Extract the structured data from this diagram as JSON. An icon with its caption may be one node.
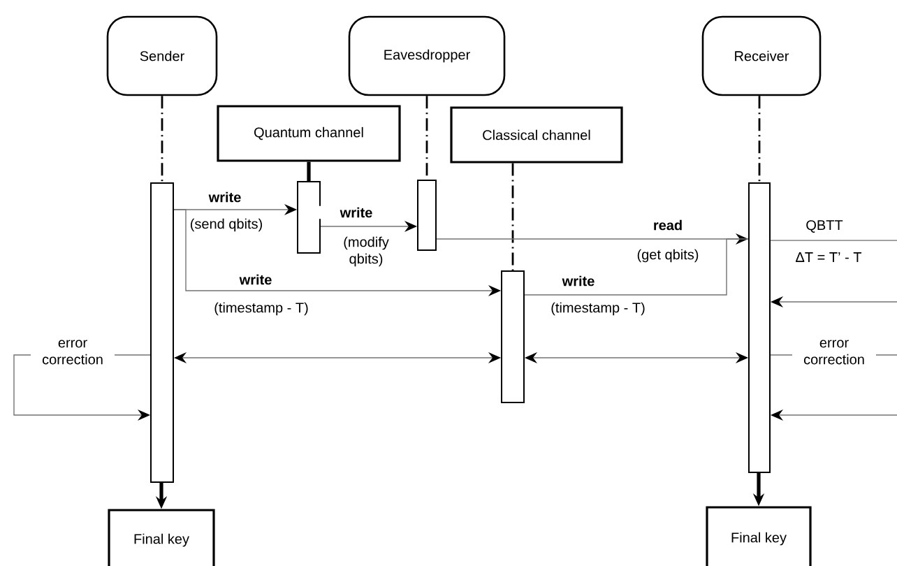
{
  "diagram": {
    "nodes": [
      {
        "text": [
          "Sender"
        ]
      },
      {
        "text": [
          "Eavesdropper"
        ]
      },
      {
        "text": [
          "Receiver"
        ]
      },
      {
        "text": [
          "Quantum channel"
        ]
      },
      {
        "text": [
          "Classical channel"
        ]
      },
      {
        "text": [],
        "shape": "bar"
      },
      {
        "text": [],
        "shape": "bar"
      },
      {
        "text": [],
        "shape": "bar"
      },
      {
        "text": [],
        "shape": "bar"
      },
      {
        "text": [],
        "shape": "bar"
      },
      {
        "text": [
          "Final key"
        ]
      },
      {
        "text": [
          "Final key"
        ]
      }
    ],
    "edges": [
      {
        "from": 0,
        "to": 5,
        "arrow": "none",
        "style": "dashed",
        "color": "#000000"
      },
      {
        "from": 1,
        "to": 7,
        "arrow": "none",
        "style": "dashed",
        "color": "#000000"
      },
      {
        "from": 2,
        "to": 9,
        "arrow": "none",
        "style": "dashed",
        "color": "#000000"
      },
      {
        "from": 3,
        "to": 6,
        "arrow": "none",
        "style": "thick",
        "color": "#000000"
      },
      {
        "from": 4,
        "to": 8,
        "arrow": "none",
        "style": "dashed",
        "color": "#000000"
      },
      {
        "from": 5,
        "to": 6,
        "arrow": "to",
        "label": "write"
      },
      {
        "from": 6,
        "to": 7,
        "arrow": "to",
        "label": "write"
      },
      {
        "from": 7,
        "to": 9,
        "arrow": "to",
        "label": "read"
      },
      {
        "from": 9,
        "to": null,
        "arrow": "none",
        "label": "QBTT"
      },
      {
        "from": 5,
        "to": 8,
        "arrow": "to",
        "label": "write"
      },
      {
        "from": 9,
        "to": 8,
        "arrow": "none",
        "label": "write"
      },
      {
        "from": null,
        "to": 9,
        "arrow": "to"
      },
      {
        "from": 5,
        "to": 5,
        "arrow": "to",
        "label": "error correction"
      },
      {
        "from": 5,
        "to": 8,
        "arrow": "both"
      },
      {
        "from": 8,
        "to": 9,
        "arrow": "both"
      },
      {
        "from": 9,
        "to": null,
        "arrow": "none",
        "label": "error correction"
      },
      {
        "from": null,
        "to": 9,
        "arrow": "to"
      },
      {
        "from": 5,
        "to": 10,
        "arrow": "to",
        "style": "thick",
        "color": "#000000"
      },
      {
        "from": 9,
        "to": 11,
        "arrow": "to",
        "style": "thick",
        "color": "#000000"
      }
    ],
    "labels": [
      "(send qbits)",
      "(modify qbits)",
      "(get qbits)",
      "ΔT = T’ - T",
      "(timestamp - T)",
      "(timestamp - T)"
    ]
  }
}
